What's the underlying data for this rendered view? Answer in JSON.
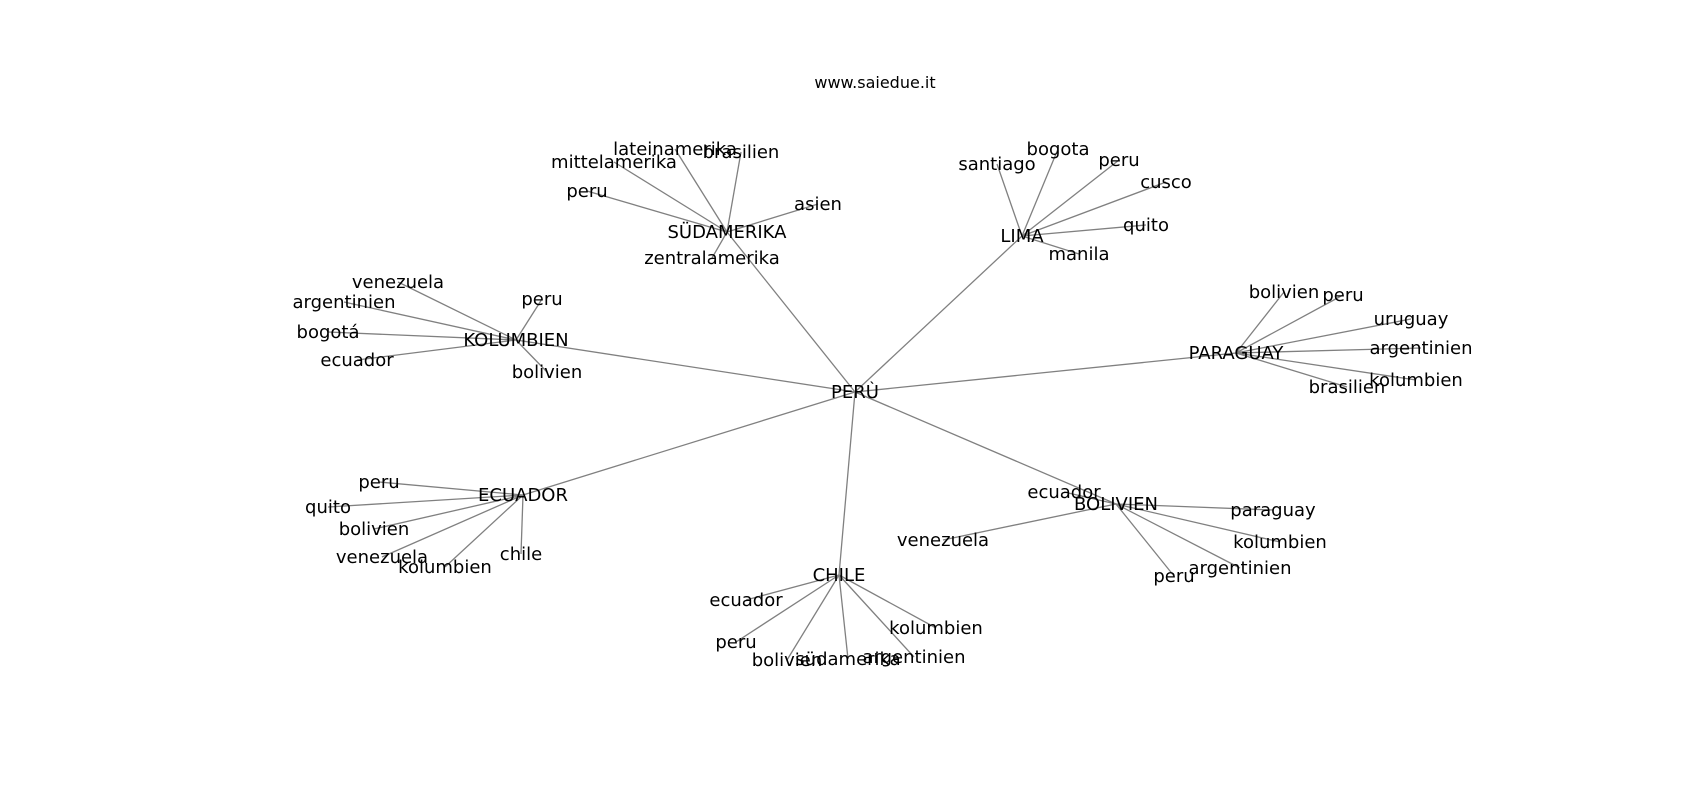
{
  "title": "www.saiedue.it",
  "colors": {
    "edge": "#808080",
    "text": "#000000",
    "background": "#ffffff"
  },
  "root": "PERÙ",
  "hubs": [
    {
      "id": "sudamerika",
      "label": "SÜDAMERIKA",
      "leaves": [
        "lateinamerika",
        "brasilien",
        "mittelamerika",
        "peru",
        "asien",
        "zentralamerika"
      ]
    },
    {
      "id": "lima",
      "label": "LIMA",
      "leaves": [
        "bogota",
        "santiago",
        "peru",
        "cusco",
        "quito",
        "manila"
      ]
    },
    {
      "id": "kolumbien",
      "label": "KOLUMBIEN",
      "leaves": [
        "venezuela",
        "argentinien",
        "peru",
        "bogotá",
        "ecuador",
        "bolivien"
      ]
    },
    {
      "id": "paraguay",
      "label": "PARAGUAY",
      "leaves": [
        "bolivien",
        "peru",
        "uruguay",
        "argentinien",
        "kolumbien",
        "brasilien"
      ]
    },
    {
      "id": "ecuador",
      "label": "ECUADOR",
      "leaves": [
        "peru",
        "quito",
        "bolivien",
        "venezuela",
        "kolumbien",
        "chile"
      ]
    },
    {
      "id": "bolivien",
      "label": "BOLIVIEN",
      "leaves": [
        "ecuador",
        "paraguay",
        "venezuela",
        "kolumbien",
        "argentinien",
        "peru"
      ]
    },
    {
      "id": "chile",
      "label": "CHILE",
      "leaves": [
        "ecuador",
        "kolumbien",
        "peru",
        "bolivien",
        "südamerika",
        "argentinien"
      ]
    }
  ]
}
